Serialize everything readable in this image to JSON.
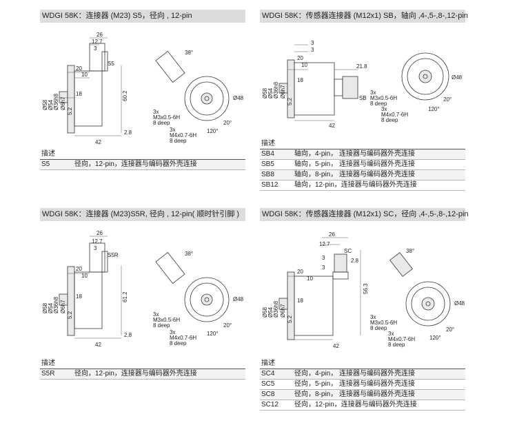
{
  "panels": [
    {
      "title": "WDGI 58K：连接器 (M23)  S5，径向 , 12-pin",
      "dims": {
        "a": "26",
        "b": "12.7",
        "c": "3",
        "d": "S5",
        "e": "20",
        "f": "10",
        "g": "Ø58",
        "h": "Ø54",
        "i": "Ø36h8",
        "j": "Ø6h7",
        "k": "18",
        "l": "5.2",
        "m": "42",
        "n": "2.8",
        "o": "60.2",
        "p": "38°",
        "q": "Ø48",
        "r": "3x",
        "s": "M3x0.5-6H",
        "t": "8 deep",
        "u": "3x",
        "v": "M4x0.7-6H",
        "w": "8 deep",
        "x": "120°",
        "y": "20°"
      },
      "table_header": "描述",
      "rows": [
        {
          "code": "S5",
          "desc": "径向，12-pin，连接器与编码器外壳连接"
        }
      ]
    },
    {
      "title": "WDGI 58K：传感器连接器 (M12x1) SB，轴向 ,4-,5-,8-,12-pin",
      "dims": {
        "a": "3",
        "b": "3",
        "c": "20",
        "d": "10",
        "e": "21.8",
        "f": "18",
        "g": "Ø58",
        "h": "Ø54",
        "i": "Ø36h8",
        "j": "Ø6h7",
        "k": "5.2",
        "l": "42",
        "m": "SB",
        "n": "Ø48",
        "o": "3x",
        "p": "M3x0.5-6H",
        "q": "8 deep",
        "r": "3x",
        "s": "M4x0.7-6H",
        "t": "8 deep",
        "u": "120°",
        "v": "20°"
      },
      "table_header": "描述",
      "rows": [
        {
          "code": "SB4",
          "desc": "轴向，4-pin，  连接器与编码器外壳连接"
        },
        {
          "code": "SB5",
          "desc": "轴向，5-pin，  连接器与编码器外壳连接"
        },
        {
          "code": "SB8",
          "desc": "轴向，8-pin，  连接器与编码器外壳连接"
        },
        {
          "code": "SB12",
          "desc": "轴向，12-pin，连接器与编码器外壳连接"
        }
      ]
    },
    {
      "title": "WDGI 58K：连接器 (M23)S5R, 径向 , 12-pin( 顺时针引脚 )",
      "dims": {
        "a": "26",
        "b": "12.7",
        "c": "3",
        "d": "S5R",
        "e": "20",
        "f": "10",
        "g": "Ø58",
        "h": "Ø54",
        "i": "Ø36h8",
        "j": "Ø6h7",
        "k": "18",
        "l": "5.2",
        "m": "42",
        "n": "2.8",
        "o": "61.2",
        "p": "38°",
        "q": "Ø48",
        "r": "3x",
        "s": "M3x0.5-6H",
        "t": "8 deep",
        "u": "3x",
        "v": "M4x0.7-6H",
        "w": "8 deep",
        "x": "120°",
        "y": "20°"
      },
      "table_header": "描述",
      "rows": [
        {
          "code": "S5R",
          "desc": "径向，12-pin，连接器与编码器外壳连接"
        }
      ]
    },
    {
      "title": "WDGI 58K：传感器连接器 (M12x1) SC，径向 ,4-,5-,8-,12-pin",
      "dims": {
        "a": "26",
        "b": "12.7",
        "c": "SC",
        "d": "3",
        "e": "2.8",
        "f": "3",
        "g": "20",
        "h": "10",
        "i": "Ø58",
        "j": "Ø54",
        "k": "Ø36h8",
        "l": "Ø6h7",
        "m": "18",
        "n": "5.2",
        "o": "42",
        "p": "56.3",
        "q": "38°",
        "r": "Ø48",
        "s": "3x",
        "t": "M3x0.5-6H",
        "u": "8 deep",
        "v": "3x",
        "w": "M4x0.7-6H",
        "x": "8 deep",
        "y": "120°",
        "z": "20°"
      },
      "table_header": "描述",
      "rows": [
        {
          "code": "SC4",
          "desc": "径向，4-pin，  连接器与编码器外壳连接"
        },
        {
          "code": "SC5",
          "desc": "径向，5-pin，  连接器与编码器外壳连接"
        },
        {
          "code": "SC8",
          "desc": "径向，8-pin，  连接器与编码器外壳连接"
        },
        {
          "code": "SC12",
          "desc": "径向，12-pin，连接器与编码器外壳连接"
        }
      ]
    }
  ]
}
